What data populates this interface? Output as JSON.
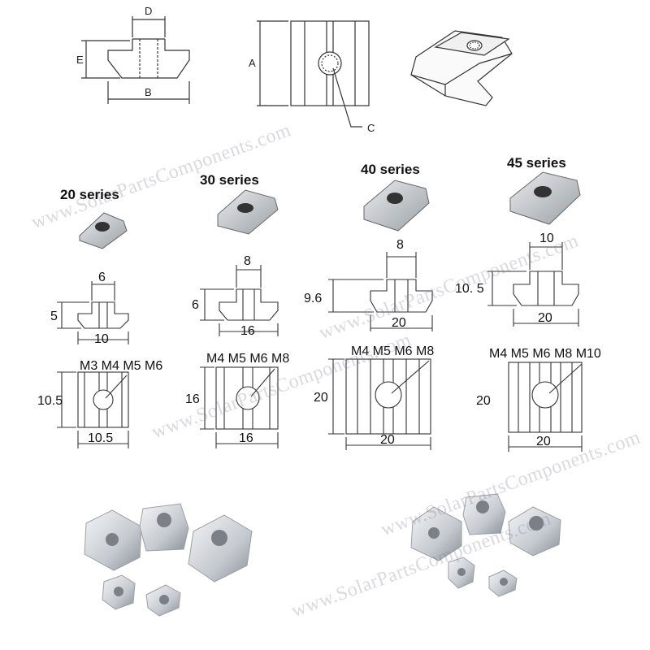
{
  "overview": {
    "labels": {
      "d": "D",
      "e": "E",
      "b": "B",
      "a": "A",
      "c": "C"
    }
  },
  "series": [
    {
      "title": "20 series",
      "top_width": "6",
      "height": "5",
      "bottom_width": "10",
      "threads": "M3 M4 M5 M6",
      "plate_height": "10.5",
      "plate_width": "10.5"
    },
    {
      "title": "30 series",
      "top_width": "8",
      "height": "6",
      "bottom_width": "16",
      "threads": "M4 M5 M6 M8",
      "plate_height": "16",
      "plate_width": "16"
    },
    {
      "title": "40 series",
      "top_width": "8",
      "height": "9.6",
      "bottom_width": "20",
      "threads": "M4 M5 M6 M8",
      "plate_height": "20",
      "plate_width": "20"
    },
    {
      "title": "45 series",
      "top_width": "10",
      "height": "10. 5",
      "bottom_width": "20",
      "threads": "M4 M5 M6 M8 M10",
      "plate_height": "20",
      "plate_width": "20"
    }
  ],
  "watermark": "www.SolarPartsComponents.com",
  "colors": {
    "line": "#222222",
    "metal": "#c9cdd2",
    "metal_dark": "#8e9399",
    "watermark": "#7878a0"
  }
}
